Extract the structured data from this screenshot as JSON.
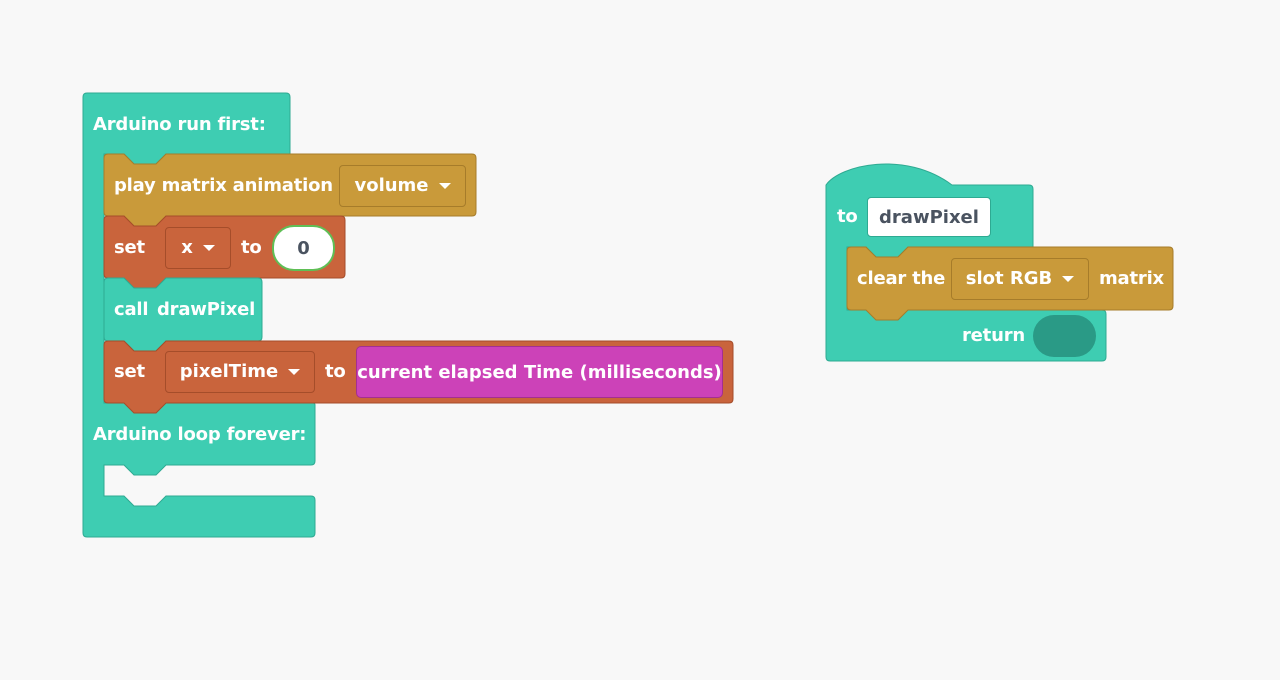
{
  "colors": {
    "background": "#f8f8f8",
    "functions": "#3ecdb2",
    "functions_border": "#2eaa92",
    "display": "#c99a3a",
    "display_border": "#a67c2a",
    "variables": "#c9643c",
    "variables_border": "#a54d2a",
    "time": "#cc42b8"
  },
  "run_first": {
    "header_label": "Arduino run first:",
    "play_block": {
      "label": "play matrix animation",
      "dropdown_value": "volume"
    },
    "set_x": {
      "set_label": "set",
      "variable": "x",
      "to_label": "to",
      "value": "0"
    },
    "call_block": {
      "call_label": "call",
      "function_name": "drawPixel"
    },
    "set_pixel_time": {
      "set_label": "set",
      "variable": "pixelTime",
      "to_label": "to",
      "value_block": "current elapsed Time (milliseconds)"
    }
  },
  "loop_forever": {
    "header_label": "Arduino loop forever:"
  },
  "function_def": {
    "to_label": "to",
    "name": "drawPixel",
    "clear_block": {
      "label": "clear the",
      "dropdown_value": "slot RGB",
      "suffix": "matrix"
    },
    "return_label": "return"
  }
}
